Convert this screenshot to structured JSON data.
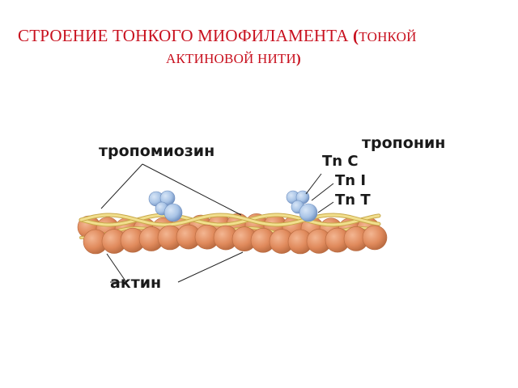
{
  "title": {
    "line1": "СТРОЕНИЕ ТОНКОГО  МИОФИЛАМЕНТА",
    "paren_open": "(",
    "line1_small": "ТОНКОЙ",
    "line2": "АКТИНОВОЙ НИТИ",
    "paren_close": ")"
  },
  "labels": {
    "tropomyosin": "тропомиозин",
    "troponin": "тропонин",
    "tnc": "Tn C",
    "tni": "Tn I",
    "tnt": "Tn  T",
    "actin": "актин"
  },
  "colors": {
    "title": "#c8101e",
    "actin": "#e08a5c",
    "actin_dark": "#b86a40",
    "tropomyosin": "#e9d37a",
    "troponin": "#a9c4e6",
    "troponin_dark": "#6f8fbf"
  }
}
